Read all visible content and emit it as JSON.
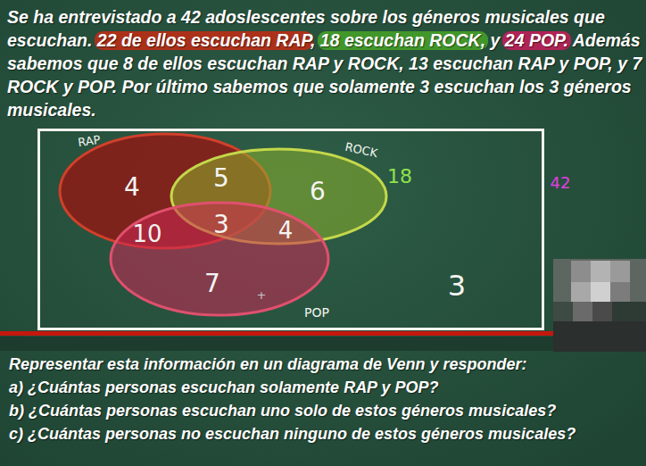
{
  "diagram": {
    "title": "Se ha entrevistado a 42 adoslescentes sobre los géneros musicales que escuchan. 22 de ellos escuchan RAP, 18 escuchan ROCK, y 24 POP. Además sabemos que 8 de ellos escuchan RAP y ROCK, 13 escuchan RAP y POP, y 7 ROCK y POP. Por último sabemos que solamente 3 escuchan los 3 géneros musicales.",
    "nodes": [
      {
        "text": [
          "42"
        ]
      },
      {
        "text": [
          "RAP",
          "4"
        ],
        "in": 0
      },
      {
        "text": [
          "ROCK",
          "18",
          "6"
        ],
        "in": 0
      },
      {
        "text": [
          "POP",
          "7"
        ],
        "in": 0
      }
    ],
    "labels": [
      "5",
      "3",
      "10",
      "4",
      "+",
      "3",
      "Representar esta información en un diagrama de Venn y responder:",
      "a) ¿Cuántas personas escuchan solamente RAP y POP?",
      "b) ¿Cuántas personas escuchan uno solo de estos géneros musicales?",
      "c) ¿Cuántas personas no escuchan ninguno de estos géneros musicales?"
    ]
  }
}
